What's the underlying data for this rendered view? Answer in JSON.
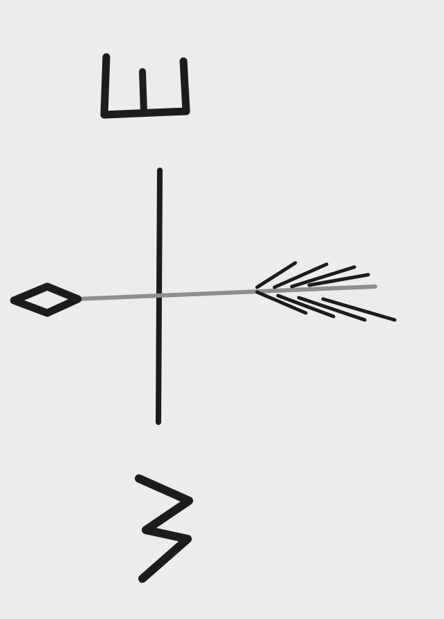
{
  "drawing": {
    "ink_color": "#1c1c1c",
    "shaft_color": "#8e8e8e",
    "paper_color": "#ececec",
    "symbols": [
      {
        "name": "e-shaped-glyph",
        "description_icon": "trident-glyph-icon"
      },
      {
        "name": "vertical-line"
      },
      {
        "name": "arrow",
        "head": "diamond-icon",
        "tail": "feather-fletching-icon"
      },
      {
        "name": "zigzag-glyph",
        "description_icon": "zigzag-icon"
      }
    ]
  }
}
